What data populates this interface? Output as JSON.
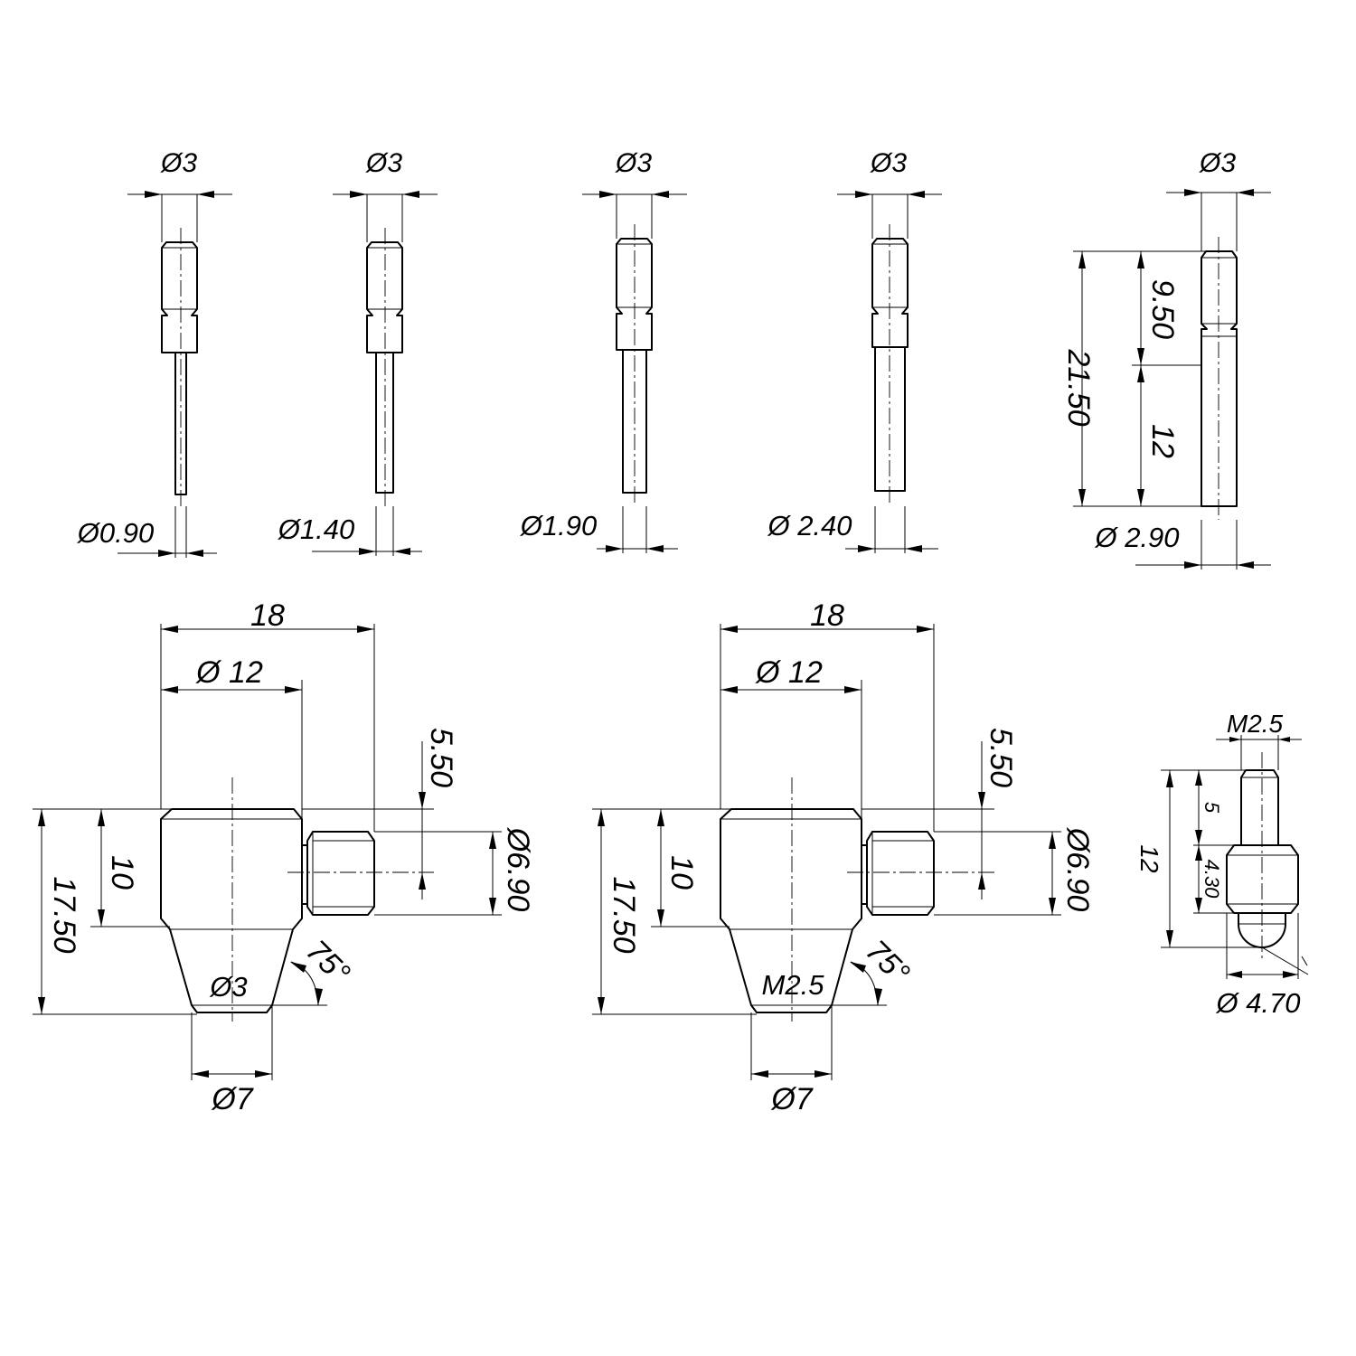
{
  "pins": [
    {
      "id": "pin-1",
      "body_label": "Ø3",
      "tip_label": "Ø0.90"
    },
    {
      "id": "pin-2",
      "body_label": "Ø3",
      "tip_label": "Ø1.40"
    },
    {
      "id": "pin-3",
      "body_label": "Ø3",
      "tip_label": "Ø1.90"
    },
    {
      "id": "pin-4",
      "body_label": "Ø3",
      "tip_label": "Ø 2.40"
    },
    {
      "id": "pin-5",
      "body_label": "Ø3",
      "tip_label": "Ø 2.90",
      "overall_length": "21.50",
      "upper_length": "9.50",
      "lower_length": "12"
    }
  ],
  "adapters": [
    {
      "id": "adapter-left",
      "width": "18",
      "body_diameter": "Ø 12",
      "offset": "5.50",
      "side_diameter": "Ø6.90",
      "body_height": "10",
      "total_height": "17.50",
      "angle": "75°",
      "bore": "Ø3",
      "tip_diameter": "Ø7"
    },
    {
      "id": "adapter-right",
      "width": "18",
      "body_diameter": "Ø 12",
      "offset": "5.50",
      "side_diameter": "Ø6.90",
      "body_height": "10",
      "total_height": "17.50",
      "angle": "75°",
      "bore": "M2.5",
      "tip_diameter": "Ø7"
    }
  ],
  "ball_probe": {
    "thread": "M2.5",
    "total_height": "12",
    "shank_length": "5",
    "collar_length": "4.30",
    "diameter": "Ø 4.70"
  }
}
